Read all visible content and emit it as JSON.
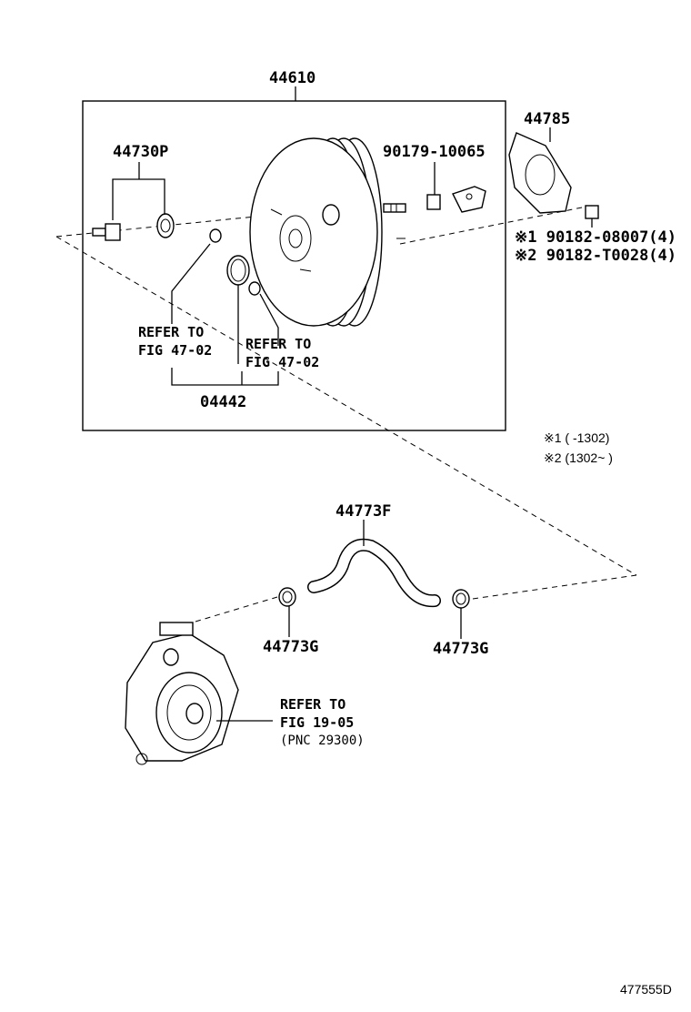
{
  "labels": {
    "booster_assy": "44610",
    "check_valve": "44730P",
    "clevis_nut": "90179-10065",
    "gasket": "44785",
    "nut_1": "※1 90182-08007(4)",
    "nut_2": "※2 90182-T0028(4)",
    "refer_a_line1": "REFER TO",
    "refer_a_line2": "FIG 47-02",
    "refer_b_line1": "REFER TO",
    "refer_b_line2": "FIG 47-02",
    "kit": "04442",
    "note_1": "※1 (        -1302)",
    "note_2": "※2 (1302~        )",
    "hose": "44773F",
    "clip_left": "44773G",
    "clip_right": "44773G",
    "refer_c_line1": "REFER TO",
    "refer_c_line2": "FIG 19-05",
    "refer_c_line3": "(PNC 29300)",
    "illustration_id": "477555D"
  },
  "icons": [
    "brake-booster-icon",
    "check-valve-icon",
    "grommet-icon",
    "o-ring-icon",
    "gasket-icon",
    "nut-icon",
    "clevis-icon",
    "hose-icon",
    "hose-clip-icon",
    "vacuum-pump-icon"
  ]
}
